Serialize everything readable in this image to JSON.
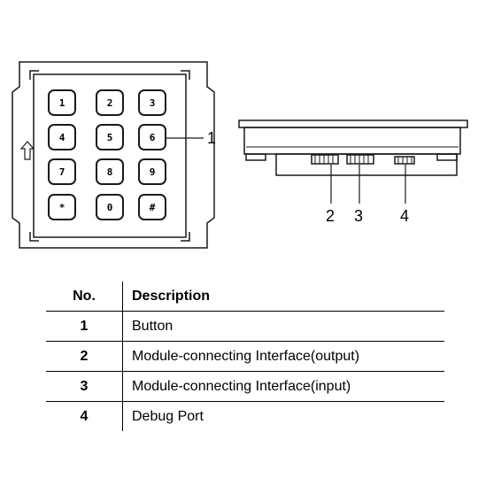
{
  "keypad": {
    "keys": [
      "1",
      "2",
      "3",
      "4",
      "5",
      "6",
      "7",
      "8",
      "9",
      "*",
      "0",
      "#"
    ]
  },
  "callouts": [
    "1",
    "2",
    "3",
    "4"
  ],
  "table": {
    "headers": {
      "no": "No.",
      "description": "Description"
    },
    "rows": [
      {
        "no": "1",
        "description": "Button"
      },
      {
        "no": "2",
        "description": "Module-connecting Interface(output)"
      },
      {
        "no": "3",
        "description": "Module-connecting Interface(input)"
      },
      {
        "no": "4",
        "description": "Debug Port"
      }
    ]
  },
  "colors": {
    "line": "#1a1a1a",
    "background": "#ffffff"
  }
}
